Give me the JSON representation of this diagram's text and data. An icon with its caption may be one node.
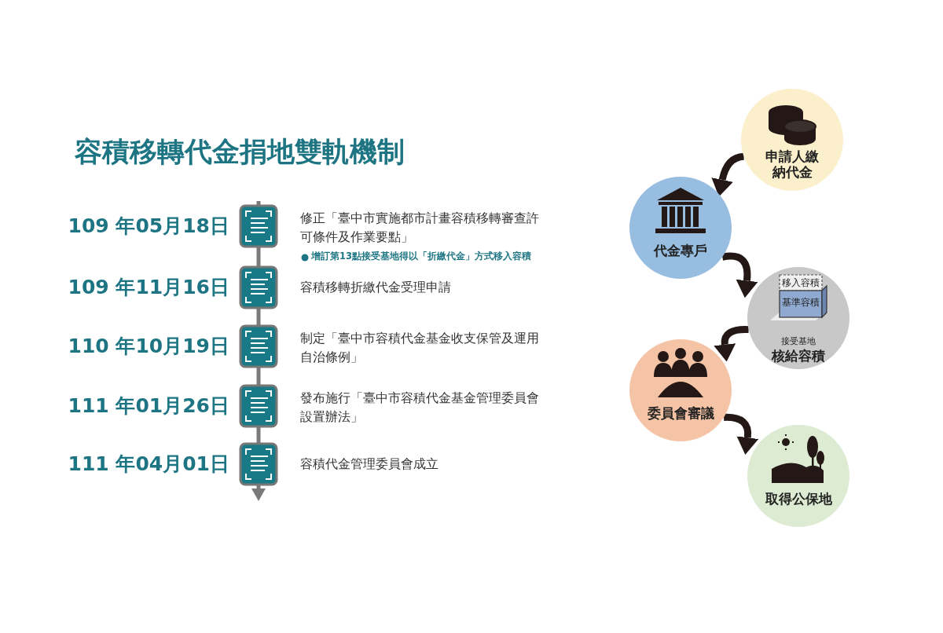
{
  "diagram": {
    "title": "容積移轉代金捐地雙軌機制",
    "nodes": [
      {
        "text": [
          "申請人繳納代金"
        ]
      },
      {
        "text": [
          "代金專戶"
        ]
      },
      {
        "text": [
          "移入容積",
          "基準容積",
          "接受基地",
          "核給容積"
        ]
      },
      {
        "text": [
          "委員會審議"
        ]
      },
      {
        "text": [
          "取得公保地"
        ]
      }
    ],
    "edges": [
      {
        "from": 0,
        "to": 1,
        "arrow": "to"
      },
      {
        "from": 1,
        "to": 2,
        "arrow": "to"
      },
      {
        "from": 2,
        "to": 3,
        "arrow": "to"
      },
      {
        "from": 3,
        "to": 4,
        "arrow": "to"
      }
    ],
    "labels": [
      "109 年05月18日",
      "修正「臺中市實施都市計畫容積移轉審查許可條件及作業要點」",
      "增訂第13點接受基地得以「折繳代金」方式移入容積",
      "109 年11月16日",
      "容積移轉折繳代金受理申請",
      "110 年10月19日",
      "制定「臺中市容積代金基金收支保管及運用自治條例」",
      "111 年01月26日",
      "發布施行「臺中市容積代金基金管理委員會設置辦法」",
      "111 年04月01日",
      "容積代金管理委員會成立"
    ]
  }
}
